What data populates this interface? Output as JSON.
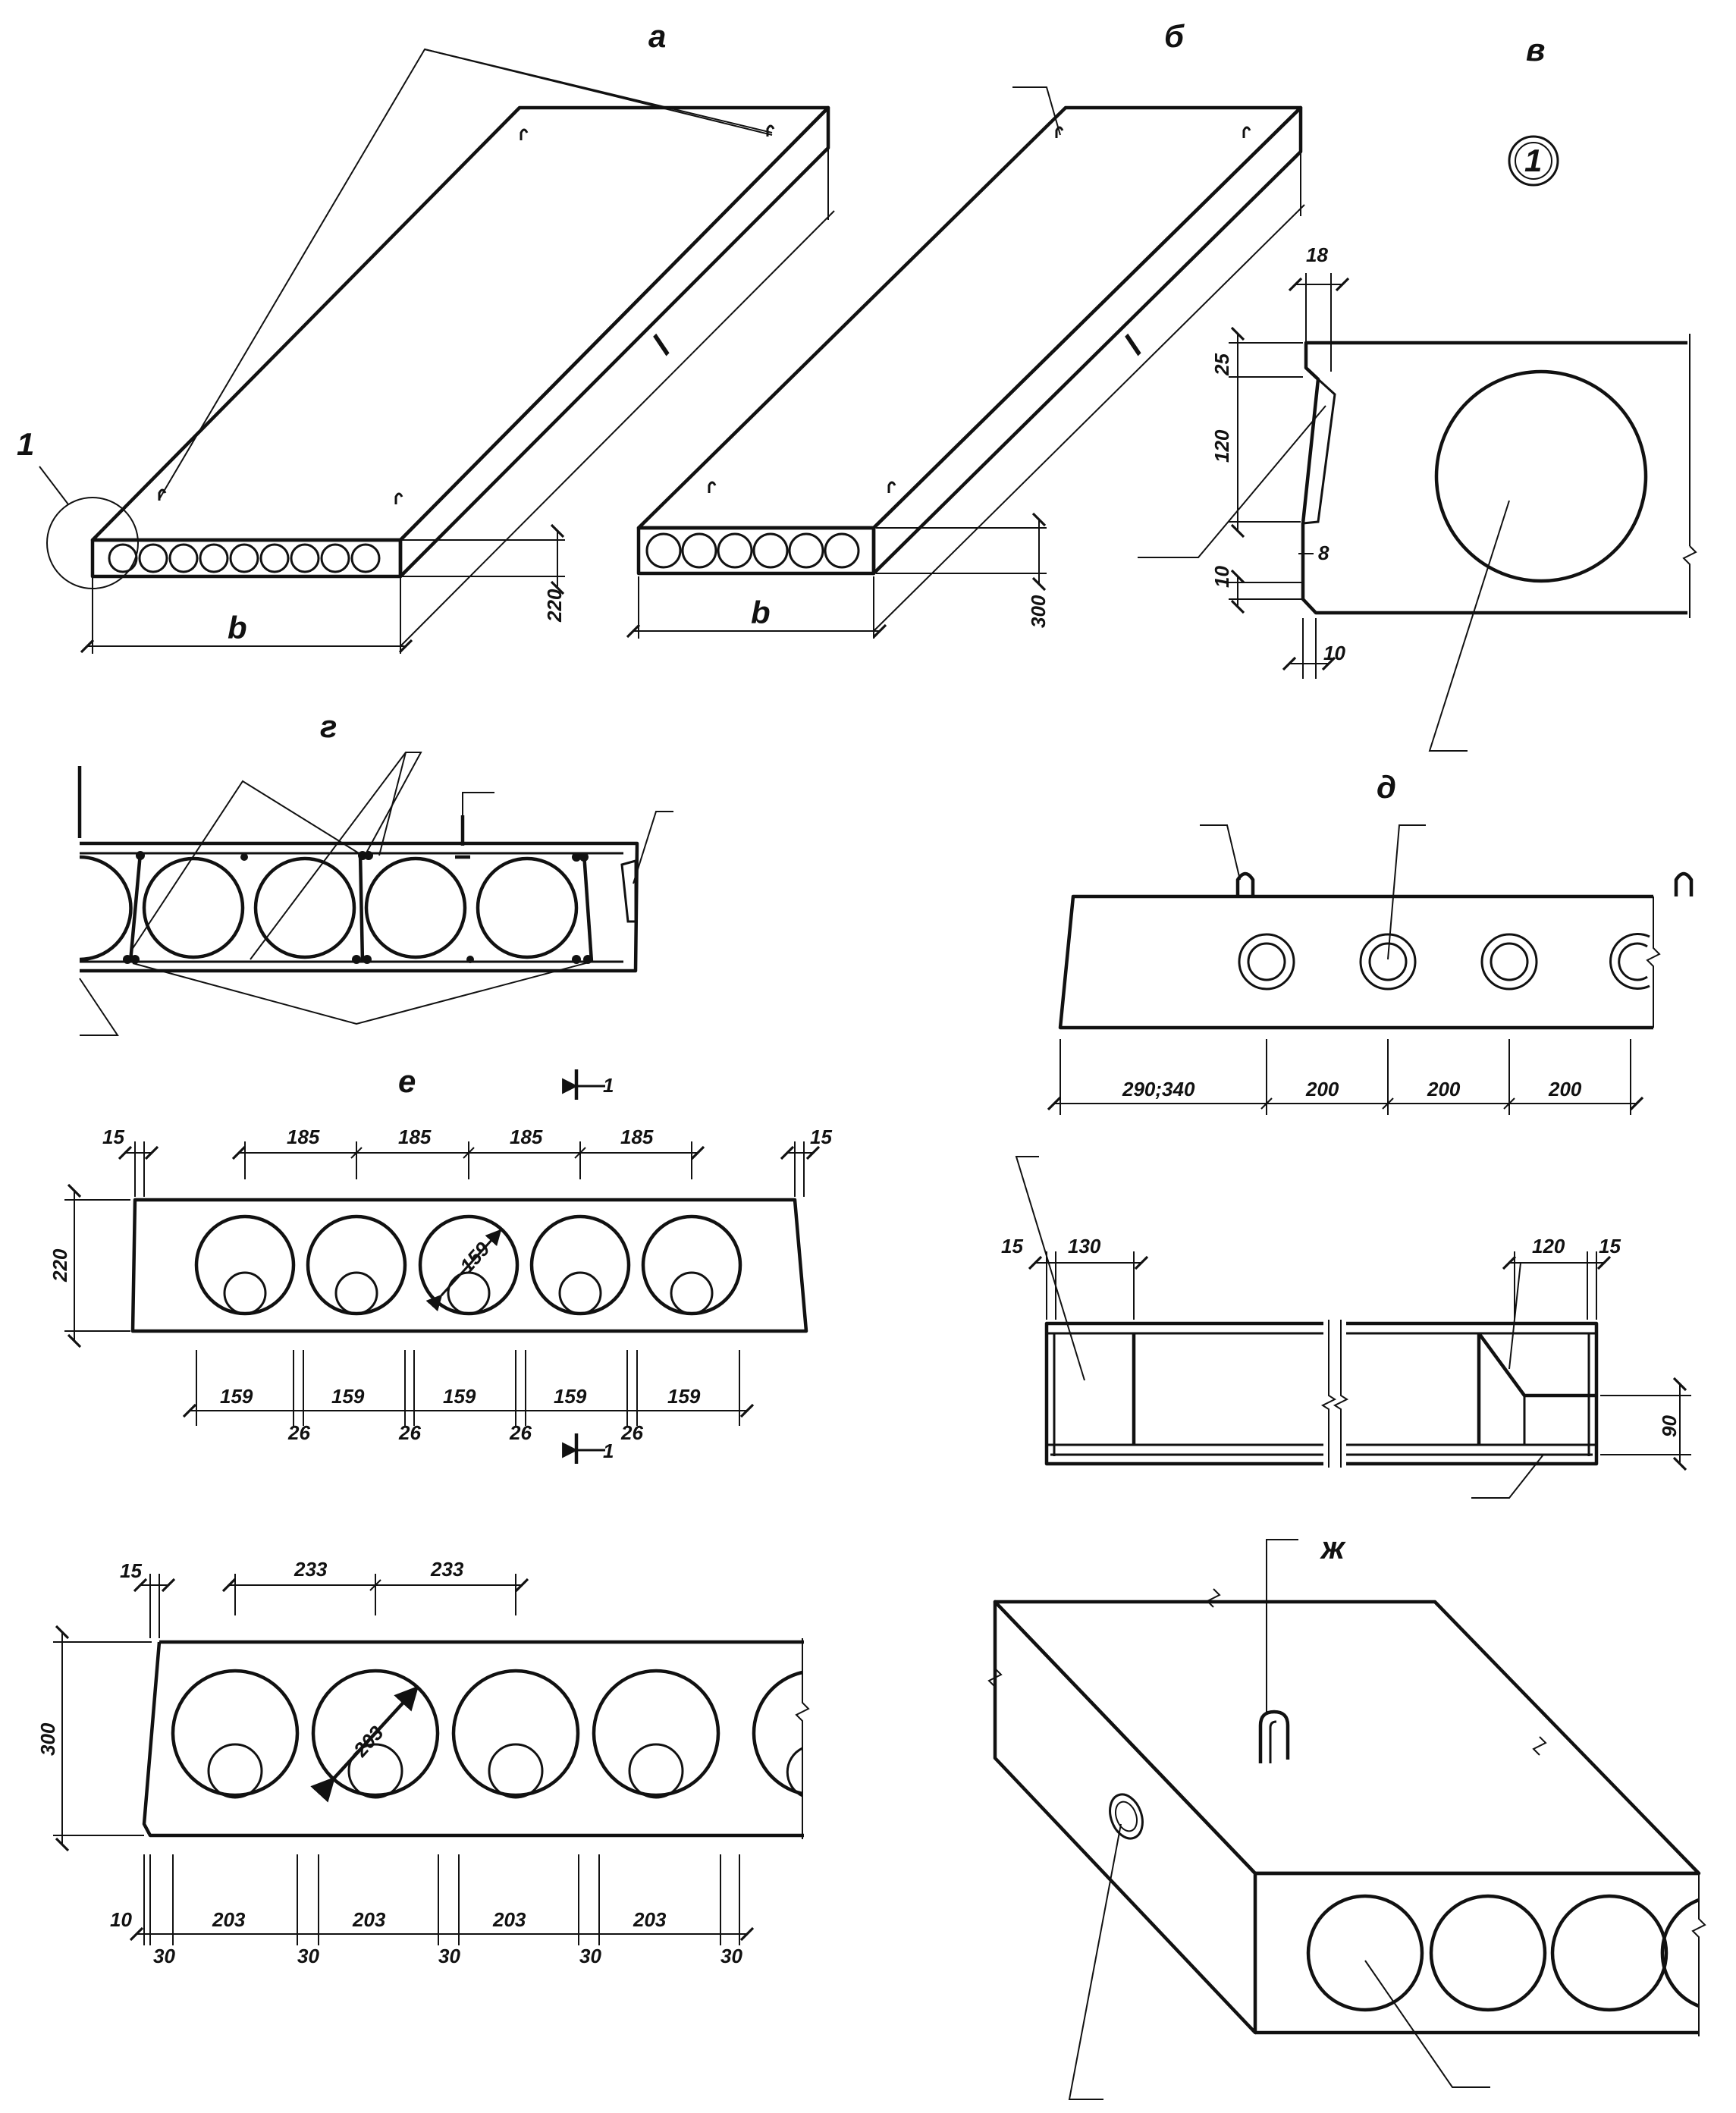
{
  "panel_labels": {
    "a": "а",
    "b": "б",
    "v": "в",
    "g": "г",
    "d": "д",
    "e": "е",
    "zh": "ж"
  },
  "callouts": {
    "detail_1_marker": "1",
    "detail_1_circle": "1",
    "section_mark_1": "1"
  },
  "panel_a": {
    "width_label": "b",
    "length_label": "l",
    "height_dim": "220"
  },
  "panel_b": {
    "width_label": "b",
    "length_label": "l",
    "height_dim": "300"
  },
  "panel_v": {
    "dims": [
      "18",
      "25",
      "120",
      "10",
      "8",
      "10"
    ]
  },
  "panel_d": {
    "dims": [
      "290;340",
      "200",
      "200",
      "200"
    ]
  },
  "panel_detail": {
    "dims": [
      "15",
      "130",
      "120",
      "15",
      "90"
    ]
  },
  "panel_e_220": {
    "top_dims": [
      "15",
      "185",
      "185",
      "185",
      "185",
      "15"
    ],
    "height_dim": "220",
    "diameter_dim": "159",
    "bottom_dims": [
      "159",
      "159",
      "159",
      "159",
      "159"
    ],
    "rib_dims": [
      "26",
      "26",
      "26",
      "26"
    ]
  },
  "panel_e_300": {
    "top_dims": [
      "15",
      "233",
      "233"
    ],
    "height_dim": "300",
    "diameter_dim": "203",
    "bottom_dims": [
      "10",
      "203",
      "203",
      "203",
      "203"
    ],
    "rib_dims": [
      "30",
      "30",
      "30",
      "30",
      "30"
    ]
  }
}
